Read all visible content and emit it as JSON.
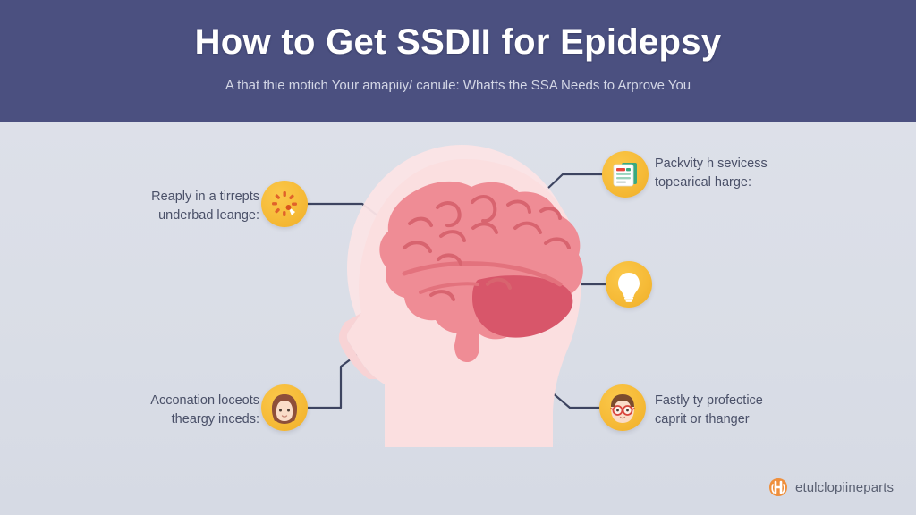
{
  "header": {
    "title": "How to Get SSDII for Epidepsy",
    "subtitle": "A that thie motich Your amapiiy/ canule: Whatts the SSA Needs to Arprove You",
    "band_color": "#4b5080",
    "title_color": "#ffffff",
    "subtitle_color": "#d4d7e6"
  },
  "body": {
    "background_color": "#dbdfe8",
    "connector_color": "#3d4460",
    "label_color": "#4a5068"
  },
  "center_graphic": {
    "name": "head-with-brain-illustration",
    "head_color": "#fbdfe0",
    "brain_color": "#ef8c95",
    "brain_shade_color": "#e3727d",
    "cerebellum_color": "#d8566a",
    "halo_color": "#fbe4e6"
  },
  "callouts": [
    {
      "position": "top-left",
      "label": "Reaply in a tirrepts\nunderbad leange:",
      "icon": "timer-dashes-icon",
      "icon_bg": "#f6bb38"
    },
    {
      "position": "bottom-left",
      "label": "Acconation loceots\ntheargy inceds:",
      "icon": "woman-avatar-icon",
      "icon_bg": "#f6bb38"
    },
    {
      "position": "top-right",
      "label": "Packvity h sevicess\ntopearical harge:",
      "icon": "document-records-icon",
      "icon_bg": "#f6bb38"
    },
    {
      "position": "mid-right",
      "label": "",
      "icon": "lightbulb-icon",
      "icon_bg": "#f6bb38"
    },
    {
      "position": "bottom-right",
      "label": "Fastly ty profectice\ncaprit or thanger",
      "icon": "man-glasses-avatar-icon",
      "icon_bg": "#f6bb38"
    }
  ],
  "footer": {
    "brand_name": "etulclopiineparts",
    "logo_icon": "brain-mark-icon",
    "logo_color": "#ef8f3c",
    "text_color": "#5a6072"
  }
}
